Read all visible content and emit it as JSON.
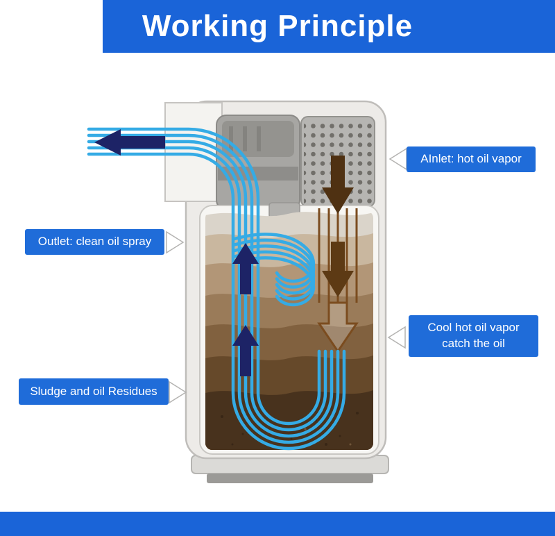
{
  "header": {
    "title": "Working Principle"
  },
  "callouts": {
    "inlet": {
      "text": "AInlet: hot oil vapor"
    },
    "outlet": {
      "text": "Outlet: clean oil spray"
    },
    "cool": {
      "line1": "Cool hot oil vapor",
      "line2": "catch the oil"
    },
    "sludge": {
      "text": "Sludge and oil Residues"
    }
  },
  "diagram_icons": {
    "outlet-flow-arrow": "left-arrow",
    "rising-clean-vapor-arrows": "up-arrow",
    "hot-vapor-inlet-arrows": "down-arrow",
    "condensing-vapor-arrow": "down-arrow-outline",
    "callout-pointers": "triangle"
  },
  "colors": {
    "banner-blue": "#1a64d8",
    "label-blue": "#1f6cd9",
    "flow-cyan": "#35abe5",
    "arrow-navy": "#1d2366",
    "arrow-brown": "#4f3112",
    "arrow-brown-2": "#5d3a14",
    "hollow-brown": "#7b4c1f",
    "device-gray": "#edebe8",
    "chamber-white": "#f7f6f3"
  }
}
